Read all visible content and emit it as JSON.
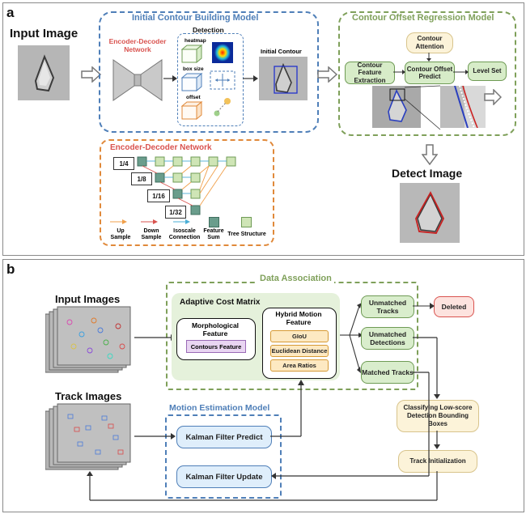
{
  "panel_a": {
    "letter": "a",
    "input_image_label": "Input Image",
    "icb_title": "Initial Contour Building Model",
    "encdec_label": "Encoder-Decoder Network",
    "detection_label": "Detection",
    "heatmap_label": "heatmap",
    "boxsize_label": "box size",
    "offset_label": "offset",
    "initial_contour_label": "Initial Contour",
    "cor_title": "Contour Offset Regression Model",
    "contour_attention": "Contour Attention",
    "contour_feature_extraction": "Contour Feature Extraction",
    "contour_offset_predict": "Contour Offset Predict",
    "level_set": "Level Set",
    "detect_image_label": "Detect Image",
    "ed_title": "Encoder-Decoder Network",
    "levels": [
      "1/4",
      "1/8",
      "1/16",
      "1/32"
    ],
    "legend": {
      "up": "Up Sample",
      "down": "Down Sample",
      "iso": "Isoscale Connection",
      "feature_sum": "Feature Sum",
      "tree": "Tree Structure"
    },
    "colors": {
      "blue": "#4f7fb8",
      "green": "#7fa05a",
      "orange": "#e0893a",
      "red": "#d9534f",
      "teal": "#6a9d8c"
    }
  },
  "panel_b": {
    "letter": "b",
    "data_association_title": "Data Association",
    "input_images_label": "Input Images",
    "track_images_label": "Track Images",
    "acm_title": "Adaptive Cost Matrix",
    "morph_feature": "Morphological Feature",
    "contours_feature": "Contours Feature",
    "hybrid_motion": "Hybrid Motion Feature",
    "giou": "GIoU",
    "euclid": "Euclidean Distance",
    "area": "Area Ratios",
    "unmatched_tracks": "Unmatched Tracks",
    "unmatched_detections": "Unmatched Detections",
    "matched_tracks": "Matched Tracks",
    "deleted": "Deleted",
    "classifying": "Classifying Low-score Detection Bounding Boxes",
    "track_init": "Track Initialization",
    "mem_title": "Motion Estimation Model",
    "kf_predict": "Kalman Filter Predict",
    "kf_update": "Kalman Filter Update"
  }
}
